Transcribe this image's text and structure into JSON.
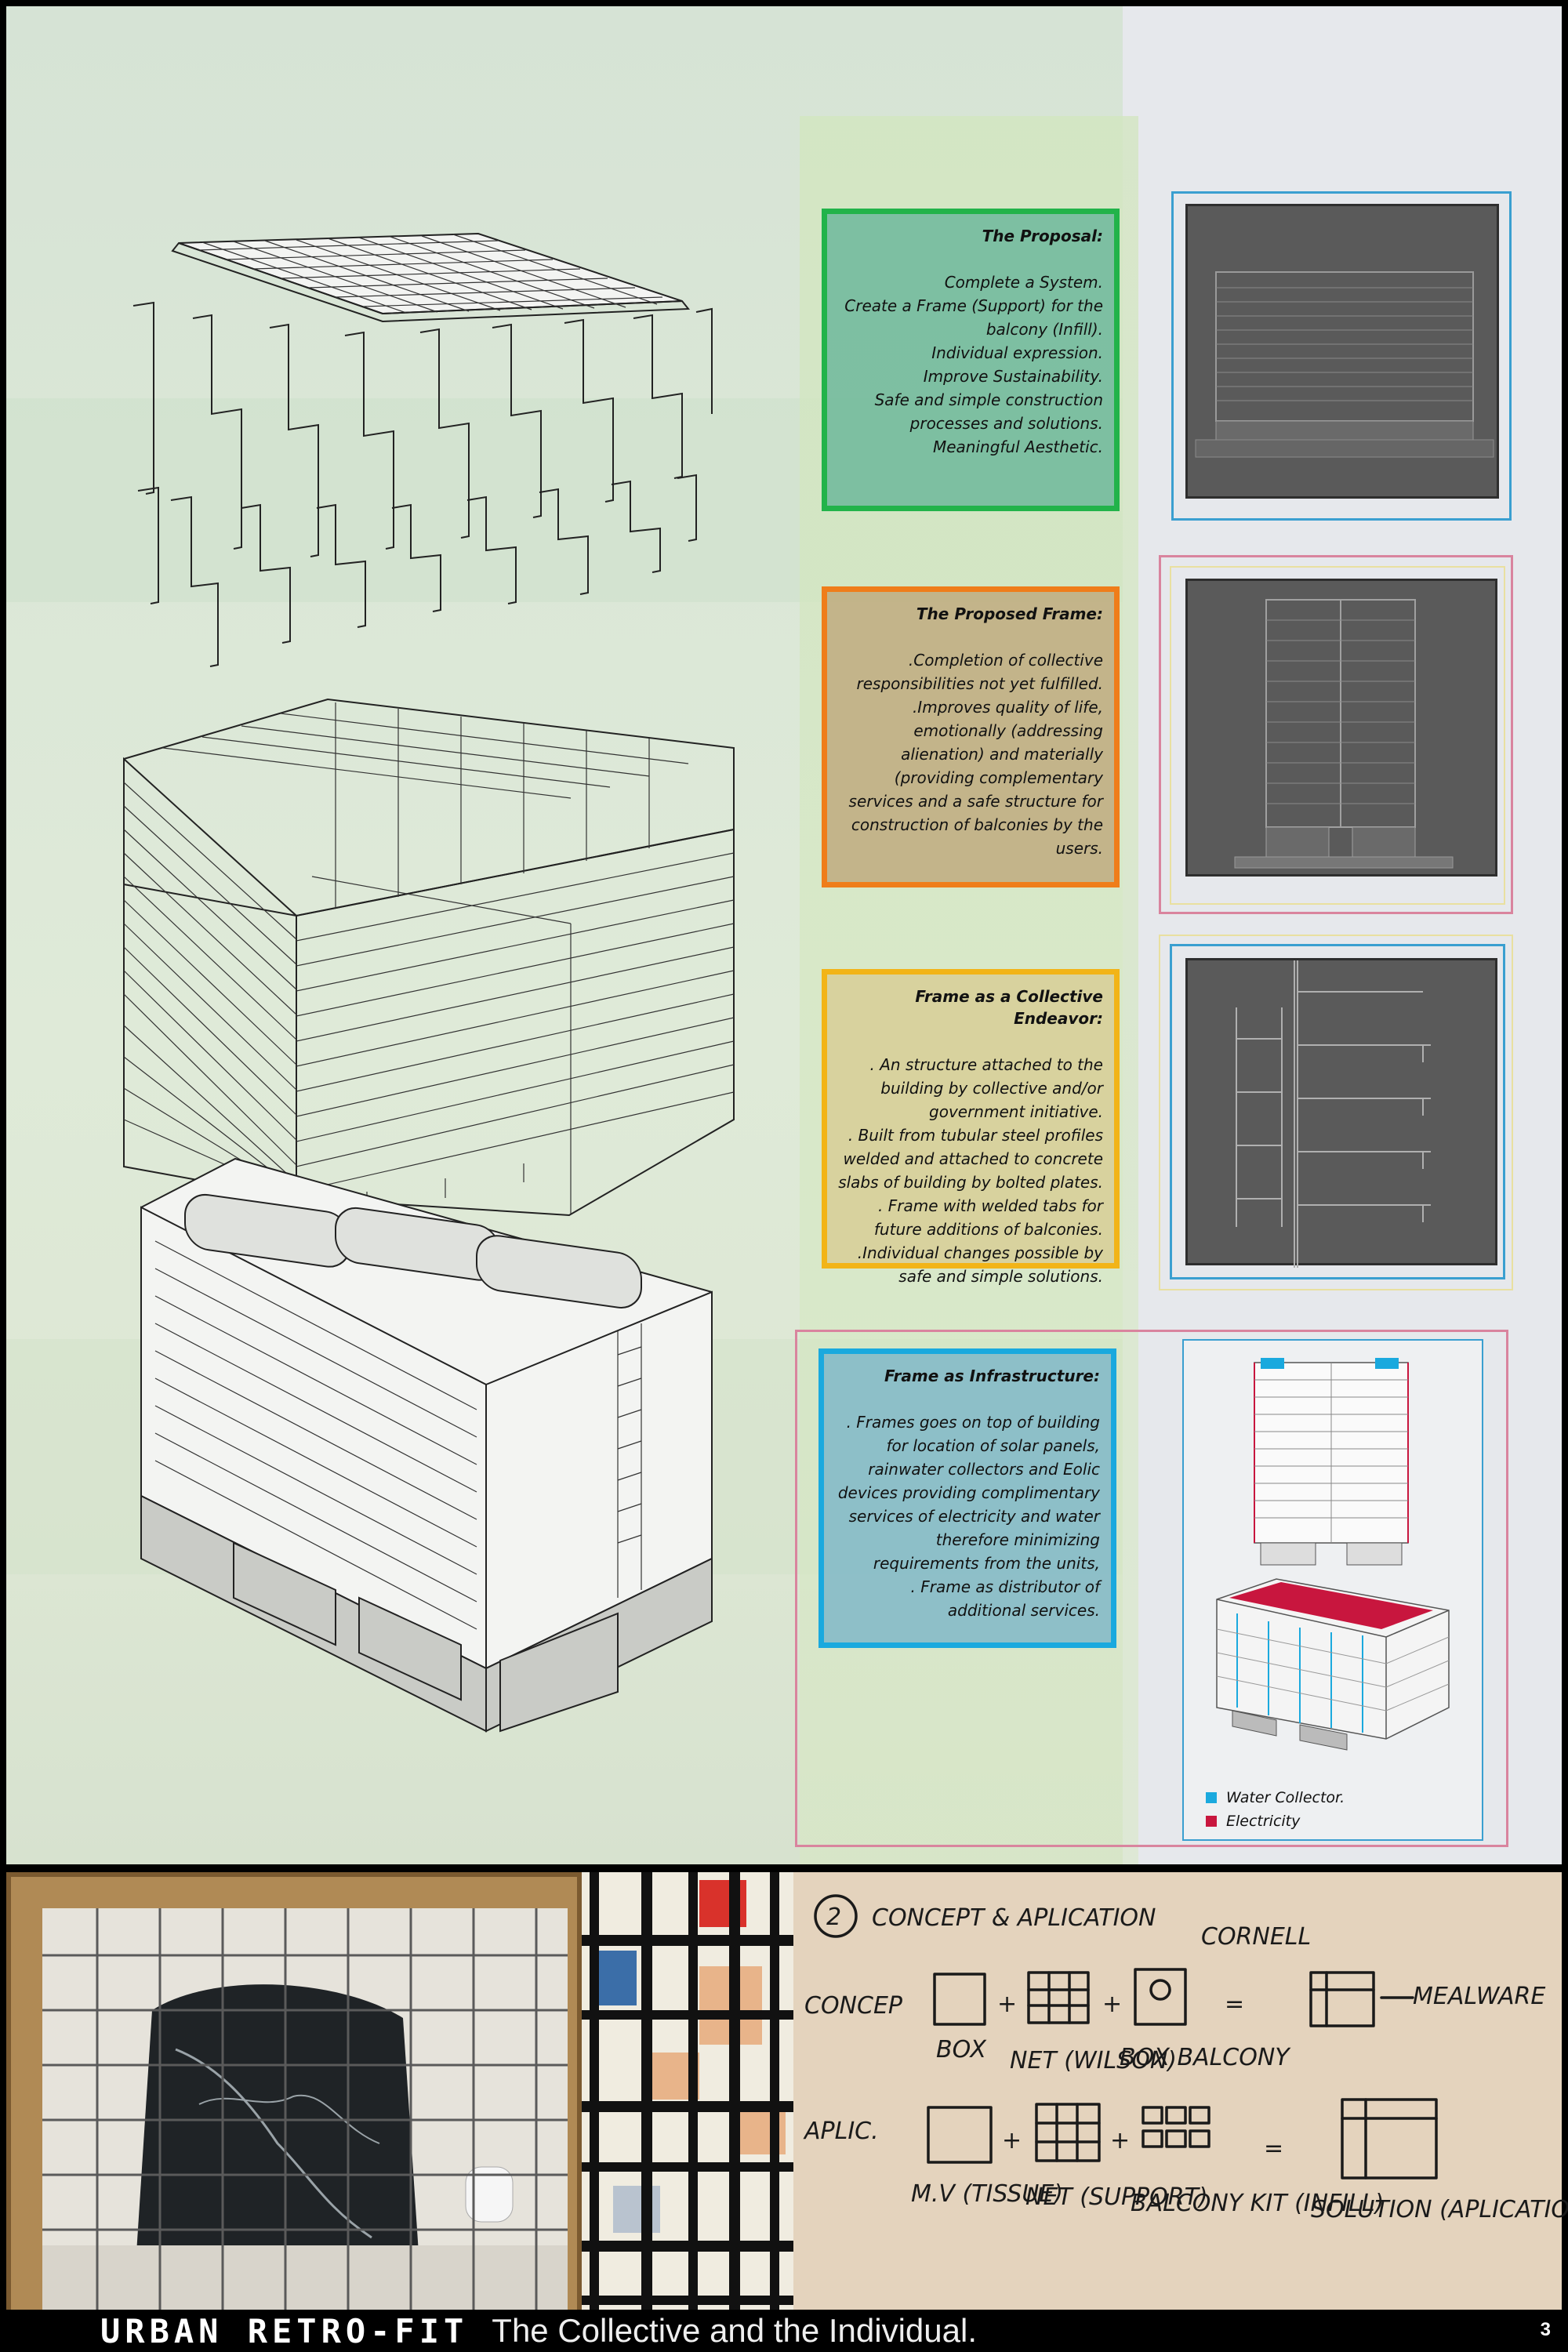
{
  "cards": {
    "proposal": {
      "title": "The Proposal:",
      "body": "Complete a System.\nCreate a Frame (Support) for the balcony (Infill).\nIndividual expression.\nImprove Sustainability.\nSafe and simple construction processes and solutions.\nMeaningful Aesthetic."
    },
    "frame": {
      "title": "The Proposed Frame:",
      "body": ".Completion of collective responsibilities not yet fulfilled.\n.Improves quality of life, emotionally (addressing alienation) and materially (providing complementary services and a safe structure for construction of balconies by the users."
    },
    "collective": {
      "title": "Frame as a Collective Endeavor:",
      "body": ". An structure attached to the building by collective and/or government initiative.\n. Built from tubular steel profiles welded and attached to concrete slabs of building by bolted plates.\n. Frame with welded tabs for future additions of balconies.\n.Individual changes possible by safe and simple solutions."
    },
    "infra": {
      "title": "Frame as Infrastructure:",
      "body": ". Frames goes on top of building for location of solar panels, rainwater collectors and Eolic devices providing complimentary services of electricity and water therefore minimizing requirements from the units,\n. Frame as distributor of additional services."
    }
  },
  "legend": {
    "items": [
      {
        "label": "Water Collector.",
        "color": "#1aa9de"
      },
      {
        "label": "Electricity",
        "color": "#c8163e"
      }
    ]
  },
  "sketch": {
    "heading_number": "2",
    "heading": "CONCEPT & APLICATION",
    "row1_label": "CONCEP",
    "row1_terms": [
      "BOX",
      "NET (WILSON)",
      "BOX BALCONY",
      "CORNELL"
    ],
    "row1_result": "MEALWARE",
    "row2_label": "APLIC.",
    "row2_terms": [
      "M.V (TISSUE)",
      "NET (SUPPORT)",
      "BALCONY KIT (INFILL)"
    ],
    "row2_result": "SOLUTION (APLICATION)"
  },
  "footer": {
    "title": "URBAN RETRO-FIT",
    "subtitle": "The Collective and the Individual.",
    "page": "3"
  },
  "colors": {
    "green": "#22b34a",
    "orange": "#ef7d1a",
    "yellow": "#f2b417",
    "blue": "#1aa9de",
    "pink": "#d9849e"
  }
}
